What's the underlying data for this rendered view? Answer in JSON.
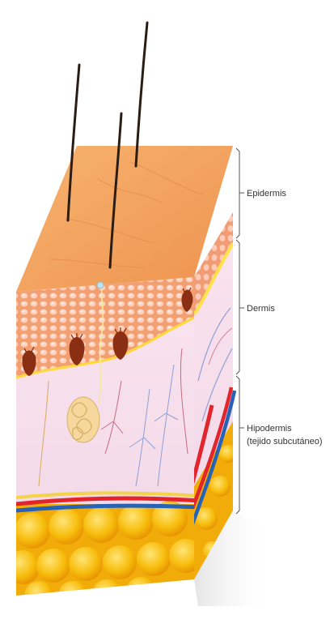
{
  "diagram": {
    "labels": {
      "epidermis": "Epidermis",
      "dermis": "Dermis",
      "hypodermis_line1": "Hipodermis",
      "hypodermis_line2": "(tejido subcutáneo)"
    }
  },
  "colors": {
    "epidermis_top": "#f2a45e",
    "epidermis_side": "#f3a476",
    "epidermal_cells": "#ffd3c2",
    "dermis": "#f9e3ee",
    "fat": "#f7bd0c",
    "fat_dark": "#e38f00",
    "artery": "#e2252d",
    "vein": "#2663b6",
    "hair": "#2a1d15",
    "gland": "#f6d89d",
    "nerve_yellow": "#f2d34a"
  }
}
